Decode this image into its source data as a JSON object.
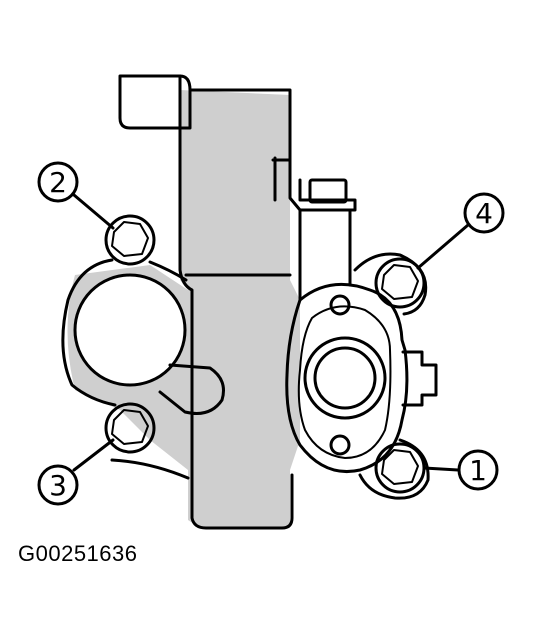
{
  "figure_id": "G00251636",
  "callouts": [
    {
      "label": "1"
    },
    {
      "label": "2"
    },
    {
      "label": "3"
    },
    {
      "label": "4"
    }
  ],
  "colors": {
    "line": "#000000",
    "shade": "#cfcfcf",
    "background": "#ffffff"
  }
}
